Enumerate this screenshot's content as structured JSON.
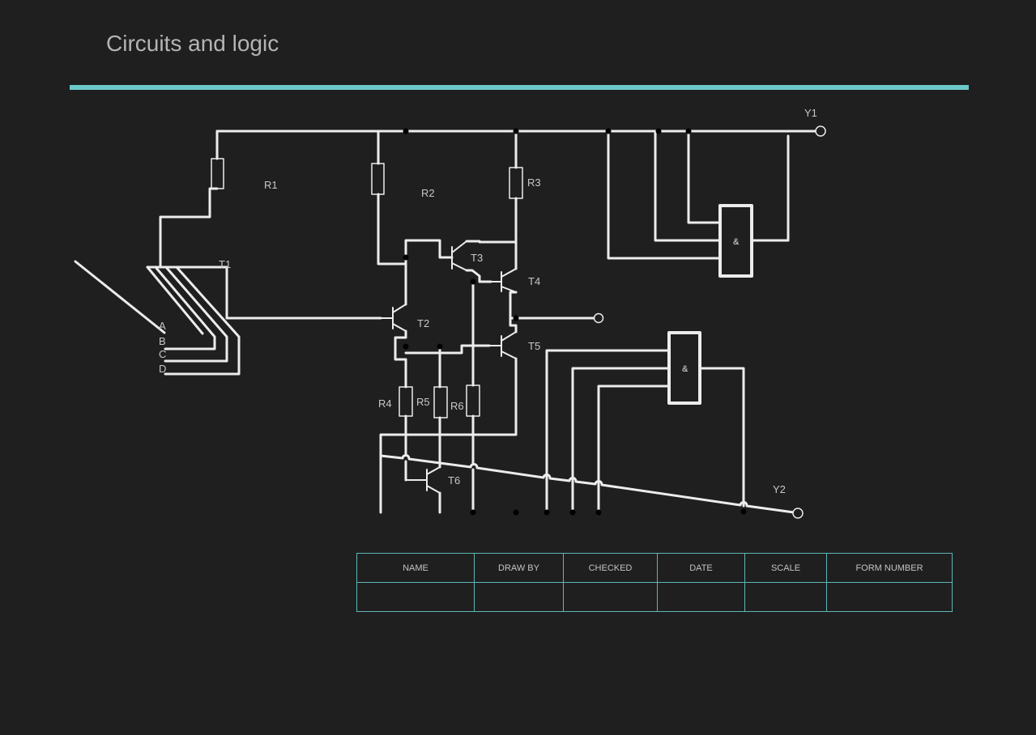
{
  "header": {
    "title": "Circuits and logic"
  },
  "diagram": {
    "labels": {
      "r1": "R1",
      "r2": "R2",
      "r3": "R3",
      "r4": "R4",
      "r5": "R5",
      "r6": "R6",
      "t1": "T1",
      "t2": "T2",
      "t3": "T3",
      "t4": "T4",
      "t5": "T5",
      "t6": "T6",
      "y1": "Y1",
      "y2": "Y2",
      "in_a": "A",
      "in_b": "B",
      "in_c": "C",
      "in_d": "D",
      "gate1": "&",
      "gate2": "&"
    }
  },
  "title_block": {
    "columns": [
      "NAME",
      "DRAW BY",
      "CHECKED",
      "DATE",
      "SCALE",
      "FORM NUMBER"
    ],
    "values": [
      "",
      "",
      "",
      "",
      "",
      ""
    ]
  },
  "colors": {
    "background": "#1f1f1f",
    "accent": "#6cc8c8",
    "wire": "#ececec",
    "text": "#b4b4b4"
  }
}
